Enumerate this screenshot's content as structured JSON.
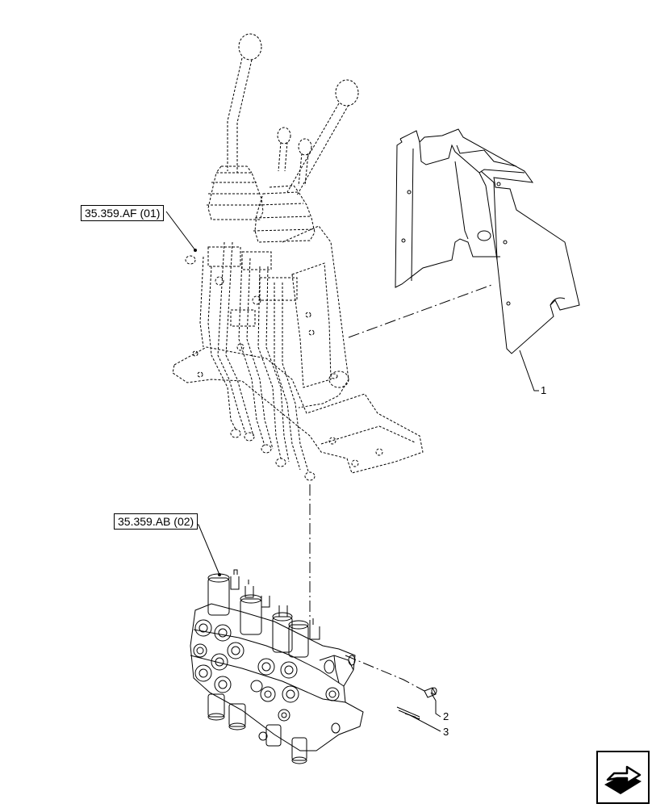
{
  "references": {
    "joystick_ref": "35.359.AF (01)",
    "valve_ref": "35.359.AB (02)"
  },
  "callouts": {
    "item_1": "1",
    "item_2": "2",
    "item_3": "3"
  },
  "icons": {
    "nav": "next-page-arrow-icon"
  },
  "colors": {
    "line": "#000000",
    "background": "#ffffff"
  }
}
